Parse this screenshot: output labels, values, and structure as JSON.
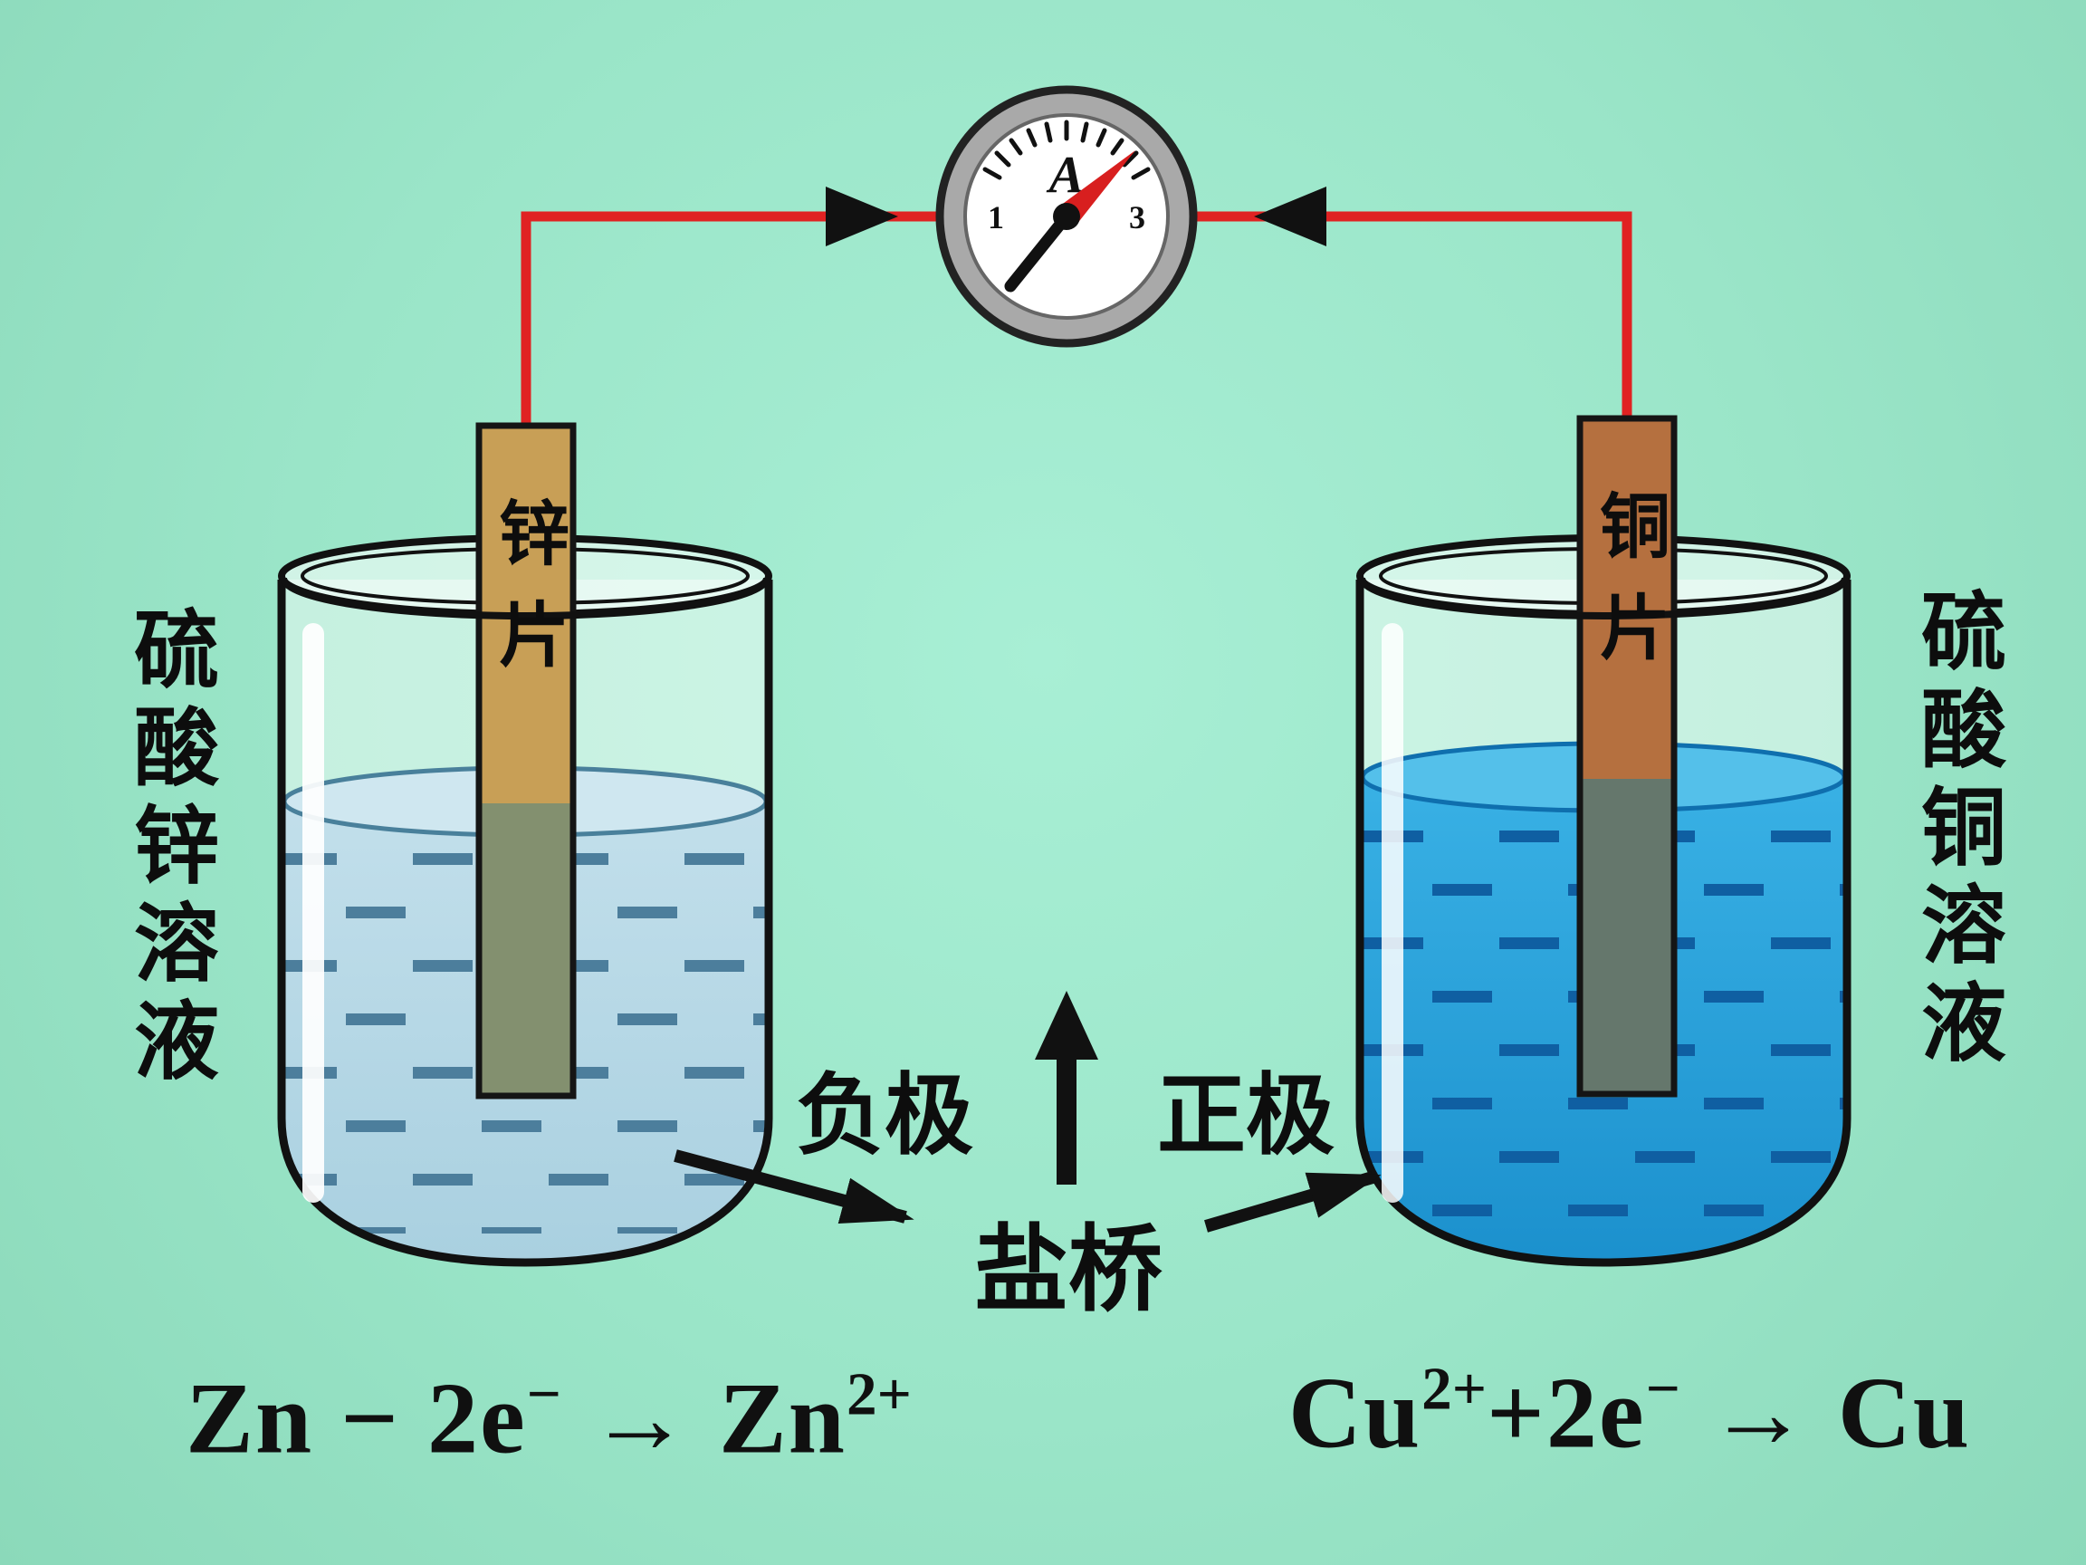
{
  "meta": {
    "background": "#9ae5c8",
    "description_hint": "galvanic cell diagram with two beakers, ammeter and salt bridge labels"
  },
  "ammeter": {
    "label": "A",
    "scale_left": "1",
    "scale_right": "3"
  },
  "left": {
    "solution_label": "硫酸锌溶液",
    "electrode_label": "锌片",
    "equation": [
      {
        "text": "Zn − 2e"
      },
      {
        "text": "−"
      },
      {
        "text": " → Zn"
      },
      {
        "text": "2+"
      }
    ]
  },
  "right": {
    "solution_label": "硫酸铜溶液",
    "electrode_label": "铜片",
    "equation": [
      {
        "text": "Cu"
      },
      {
        "text": "2+"
      },
      {
        "text": "+2e"
      },
      {
        "text": "−"
      },
      {
        "text": " → Cu"
      }
    ]
  },
  "center": {
    "negative_label": "负极",
    "positive_label": "正极",
    "salt_bridge_label": "盐桥"
  },
  "colors": {
    "wire": "#e02222",
    "zinc_solution": "#b7d9e8",
    "copper_solution": "#23a2df",
    "zinc_electrode": "#c89f56",
    "copper_electrode": "#b5703f",
    "arrow": "#111111"
  }
}
